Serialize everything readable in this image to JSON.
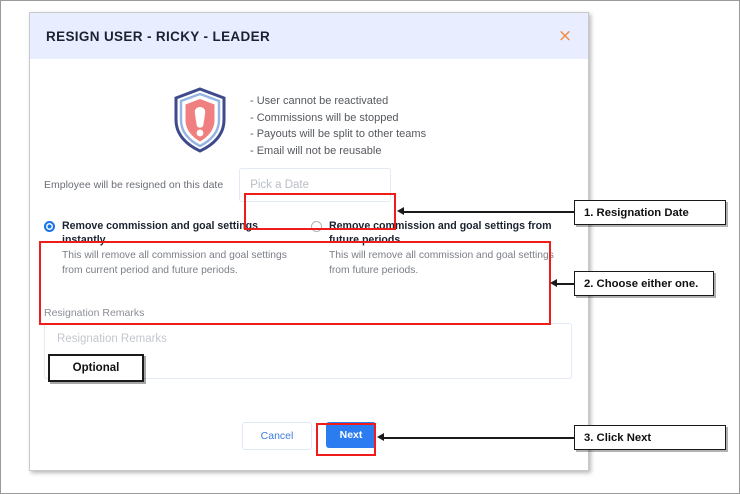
{
  "modal": {
    "title": "RESIGN USER - RICKY - LEADER",
    "close_icon": "close-icon",
    "close_glyph": "×",
    "shield_icon": "shield-warning-icon",
    "warnings": [
      "- User cannot be reactivated",
      "- Commissions will be stopped",
      "- Payouts will be split to other teams",
      "- Email will not be reusable"
    ],
    "date_field": {
      "label": "Employee will be resigned on this date",
      "placeholder": "Pick a Date",
      "value": ""
    },
    "options": [
      {
        "title": "Remove commission and goal settings instantly",
        "description": "This will remove all commission and goal settings from current period and future periods.",
        "selected": true
      },
      {
        "title": "Remove commission and goal settings from future periods",
        "description": "This will remove all commission and goal settings from future periods.",
        "selected": false
      }
    ],
    "remarks": {
      "label": "Resignation Remarks",
      "placeholder": "Resignation Remarks",
      "value": ""
    },
    "footer": {
      "cancel_label": "Cancel",
      "next_label": "Next"
    }
  },
  "annotations": {
    "optional_badge": "Optional",
    "callouts": [
      {
        "text": "1. Resignation Date"
      },
      {
        "text": "2. Choose either one."
      },
      {
        "text": "3. Click Next"
      }
    ],
    "highlight_color": "#ef1c1c"
  },
  "colors": {
    "header_bg": "#e8eeff",
    "primary_button": "#2b7cf0",
    "close_icon": "#f5873d",
    "radio_selected": "#1a73e8",
    "shield_outer": "#4a5596",
    "shield_fill": "#f08080"
  }
}
